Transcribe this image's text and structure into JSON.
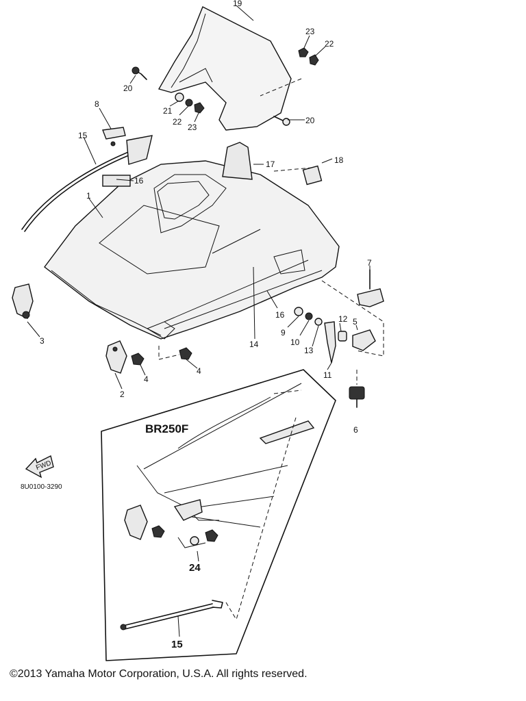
{
  "callouts": {
    "c19": "19",
    "c23a": "23",
    "c22a": "22",
    "c20a": "20",
    "c21": "21",
    "c22b": "22",
    "c23b": "23",
    "c20b": "20",
    "c8": "8",
    "c15a": "15",
    "c16a": "16",
    "c17": "17",
    "c18": "18",
    "c1": "1",
    "c7": "7",
    "c3": "3",
    "c16b": "16",
    "c14": "14",
    "c9": "9",
    "c10": "10",
    "c13": "13",
    "c12": "12",
    "c5": "5",
    "c11": "11",
    "c2": "2",
    "c4a": "4",
    "c4b": "4",
    "c6": "6",
    "c24": "24",
    "c15b": "15"
  },
  "inset": {
    "model": "BR250F"
  },
  "fwd_label": "FWD",
  "ref_code": "8U0100-3290",
  "copyright": "©2013 Yamaha Motor Corporation, U.S.A. All rights reserved."
}
